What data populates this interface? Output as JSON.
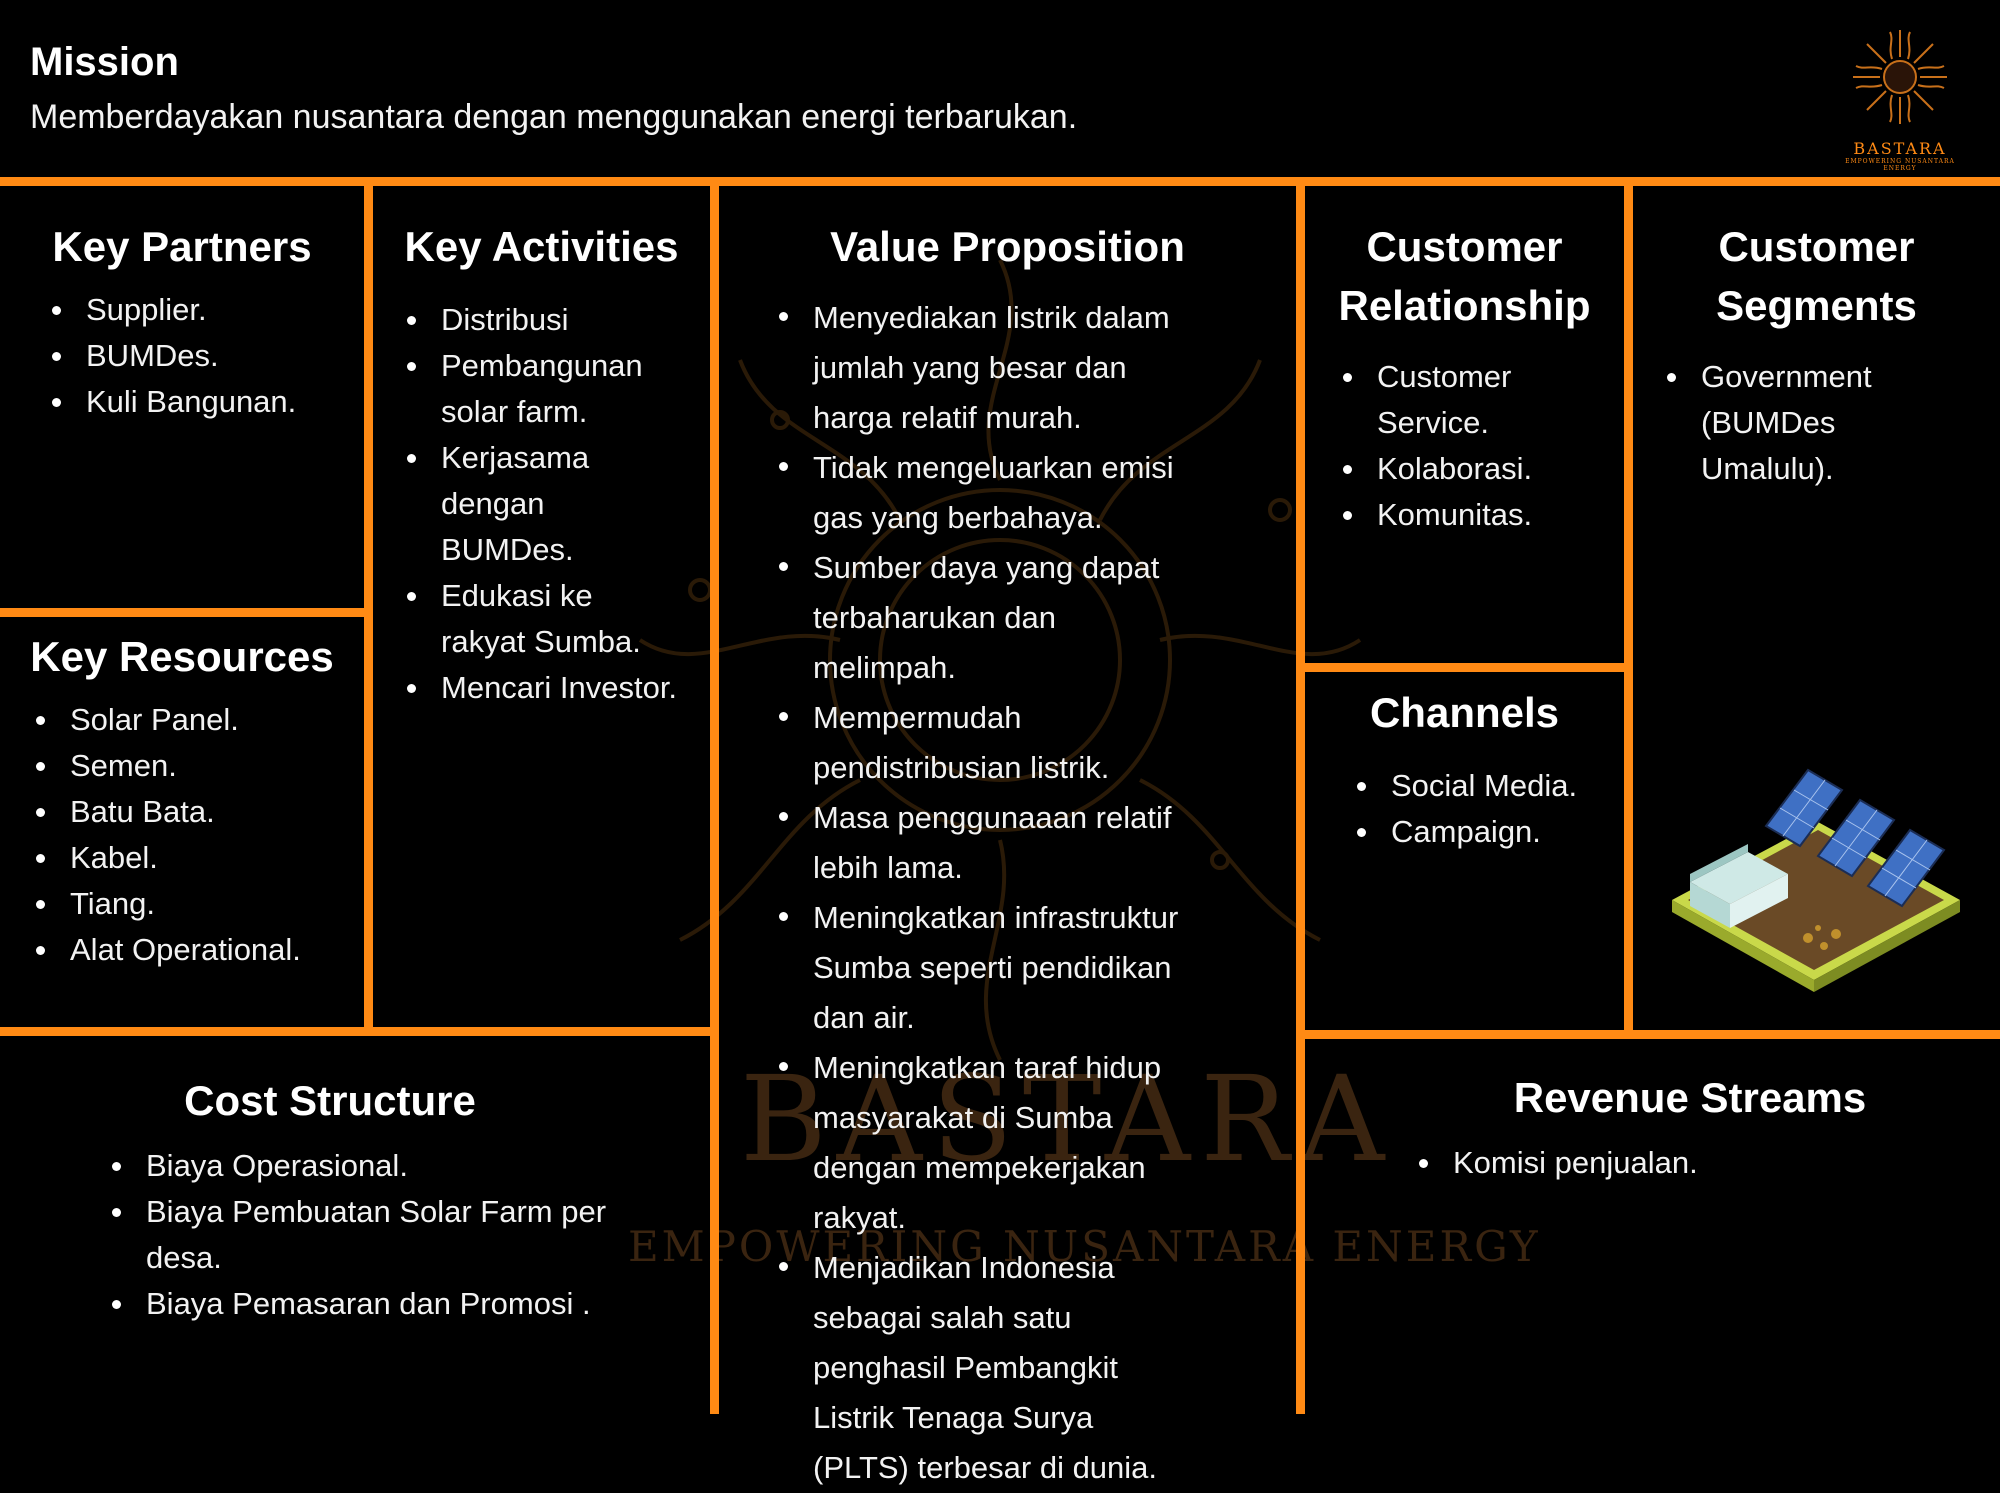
{
  "mission": {
    "title": "Mission",
    "text": "Memberdayakan nusantara dengan menggunakan energi terbarukan."
  },
  "logo": {
    "name": "BASTARA",
    "tagline": "EMPOWERING NUSANTARA ENERGY",
    "icon": "sun-icon"
  },
  "watermark": {
    "name": "BASTARA",
    "tagline": "EMPOWERING NUSANTARA ENERGY"
  },
  "key_partners": {
    "title": "Key Partners",
    "items": [
      "Supplier.",
      "BUMDes.",
      "Kuli Bangunan."
    ]
  },
  "key_resources": {
    "title": "Key Resources",
    "items": [
      "Solar Panel.",
      "Semen.",
      "Batu Bata.",
      "Kabel.",
      "Tiang.",
      "Alat Operational."
    ]
  },
  "key_activities": {
    "title": "Key Activities",
    "items": [
      "Distribusi",
      "Pembangunan solar farm.",
      "Kerjasama dengan BUMDes.",
      "Edukasi ke rakyat Sumba.",
      "Mencari Investor."
    ]
  },
  "value_proposition": {
    "title": "Value Proposition",
    "items": [
      "Menyediakan listrik dalam jumlah yang besar dan harga relatif murah.",
      "Tidak mengeluarkan emisi gas yang berbahaya.",
      "Sumber daya yang dapat terbaharukan dan melimpah.",
      "Mempermudah pendistribusian listrik.",
      "Masa penggunaaan relatif lebih lama.",
      "Meningkatkan infrastruktur Sumba seperti pendidikan dan air.",
      "Meningkatkan taraf hidup masyarakat di Sumba dengan mempekerjakan rakyat.",
      "Menjadikan Indonesia sebagai salah satu penghasil Pembangkit Listrik Tenaga Surya (PLTS) terbesar di dunia."
    ]
  },
  "customer_relationship": {
    "title": "Customer Relationship",
    "items": [
      "Customer Service.",
      "Kolaborasi.",
      "Komunitas."
    ]
  },
  "channels": {
    "title": "Channels",
    "items": [
      "Social Media.",
      "Campaign."
    ]
  },
  "customer_segments": {
    "title": "Customer Segments",
    "items": [
      "Government (BUMDes Umalulu)."
    ],
    "illustration": "solar-farm-illustration"
  },
  "cost_structure": {
    "title": "Cost Structure",
    "items": [
      "Biaya Operasional.",
      "Biaya Pembuatan Solar Farm per desa.",
      "Biaya Pemasaran dan Promosi ."
    ]
  },
  "revenue_streams": {
    "title": "Revenue Streams",
    "items": [
      "Komisi penjualan."
    ]
  },
  "colors": {
    "background": "#000000",
    "accent": "#ff8a14",
    "text": "#ffffff"
  }
}
